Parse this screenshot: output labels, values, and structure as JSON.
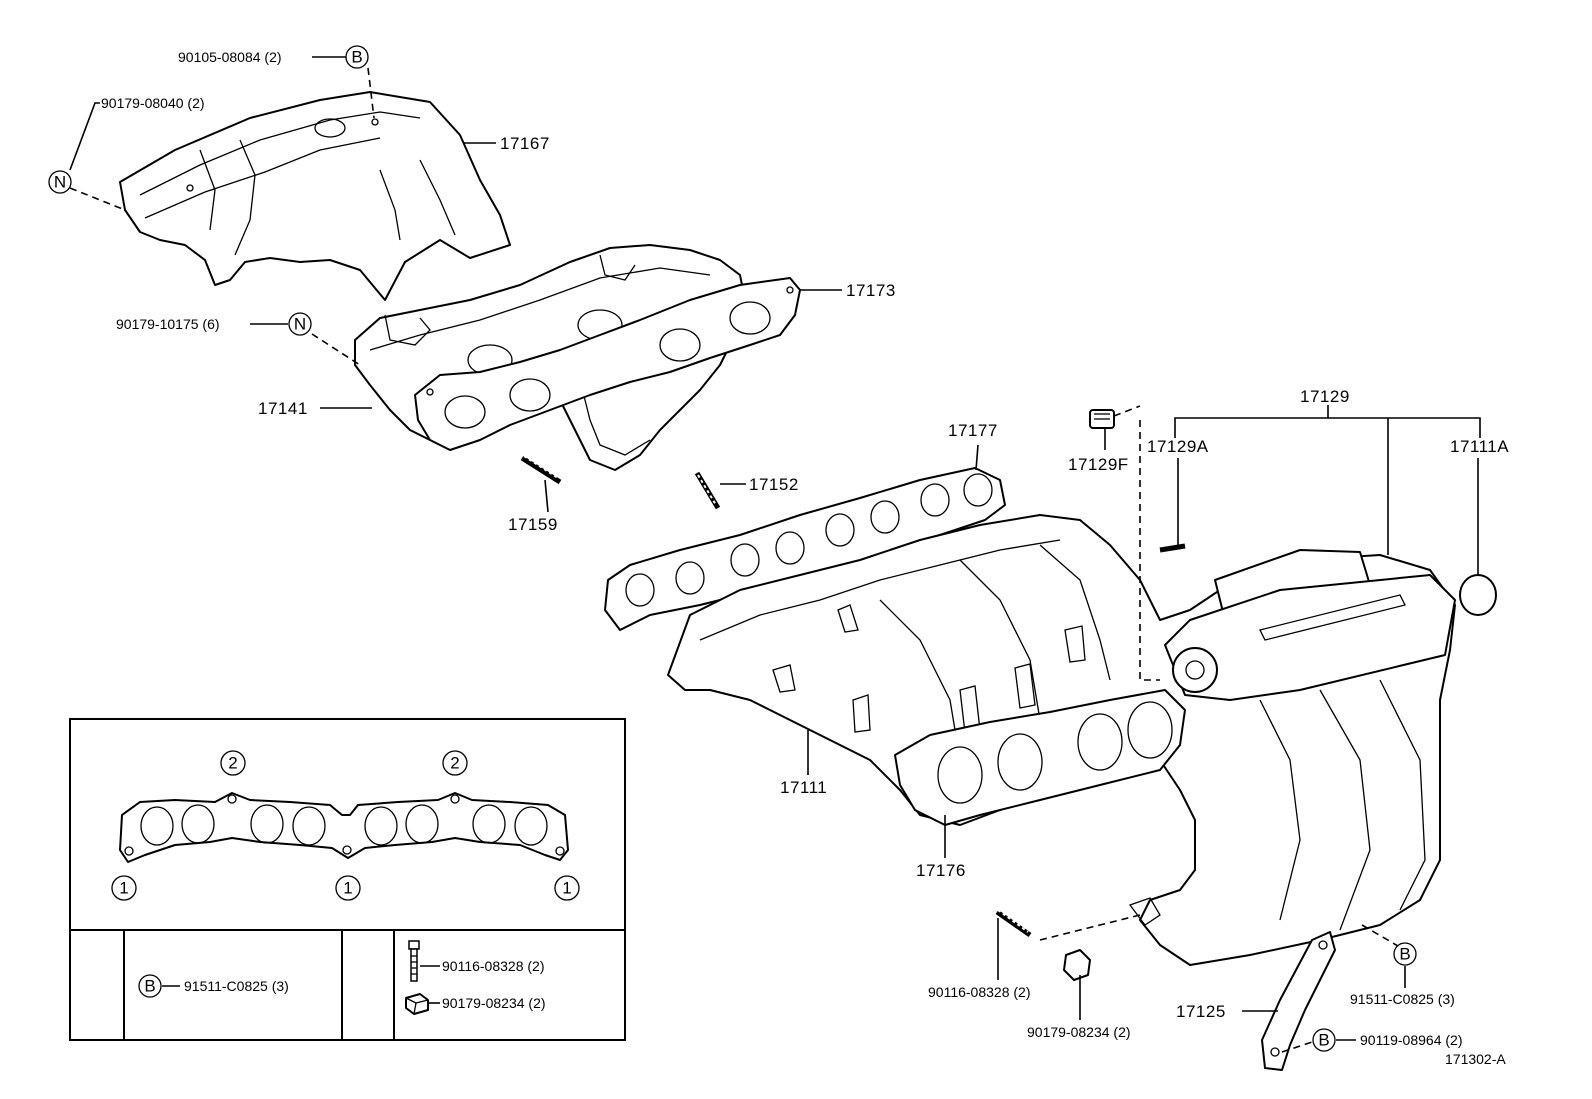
{
  "diagram": {
    "drawing_number": "171302-A",
    "callouts": {
      "c90105": "90105-08084 (2)",
      "c90179_08040": "90179-08040 (2)",
      "c17167": "17167",
      "c17173": "17173",
      "c90179_10175": "90179-10175 (6)",
      "c17141": "17141",
      "c17159": "17159",
      "c17152": "17152",
      "c17177": "17177",
      "c17129F": "17129F",
      "c17129": "17129",
      "c17129A": "17129A",
      "c17111A": "17111A",
      "c17111": "17111",
      "c17176": "17176",
      "c90116_a": "90116-08328 (2)",
      "c90179_08234_a": "90179-08234 (2)",
      "c17125": "17125",
      "c91511_a": "91511-C0825 (3)",
      "c90119": "90119-08964 (2)"
    },
    "markers": {
      "B": "B",
      "N": "N",
      "one": "1",
      "two": "2"
    },
    "inset": {
      "b_part": "91511-C0825 (3)",
      "bolt_part": "90116-08328 (2)",
      "nut_part": "90179-08234 (2)"
    }
  }
}
